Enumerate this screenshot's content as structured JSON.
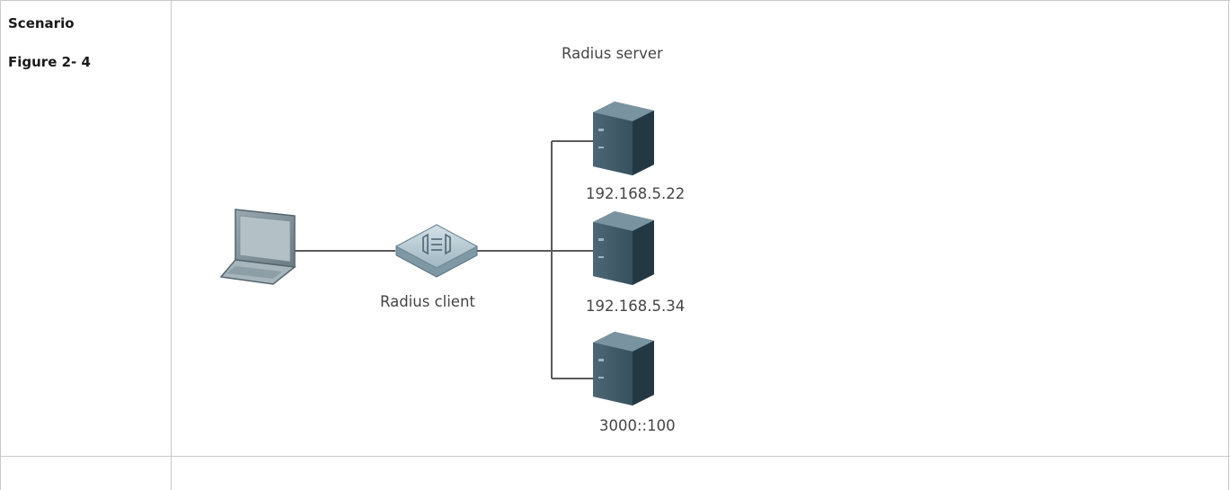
{
  "table": {
    "row1": {
      "scenario_label": "Scenario",
      "figure_label": "Figure 2- 4"
    }
  },
  "diagram": {
    "server_group_label": "Radius server",
    "client_label": "Radius client",
    "servers": [
      {
        "address": "192.168.5.22"
      },
      {
        "address": "192.168.5.34"
      },
      {
        "address": "3000::100"
      }
    ],
    "colors": {
      "line": "#5a5a5a",
      "server_front": "#3f5866",
      "server_side": "#2b3f4a",
      "server_top": "#6f8894",
      "switch_body": "#8fa8b4",
      "switch_top": "#b9ccd5",
      "laptop_body": "#8a9aa3"
    }
  }
}
